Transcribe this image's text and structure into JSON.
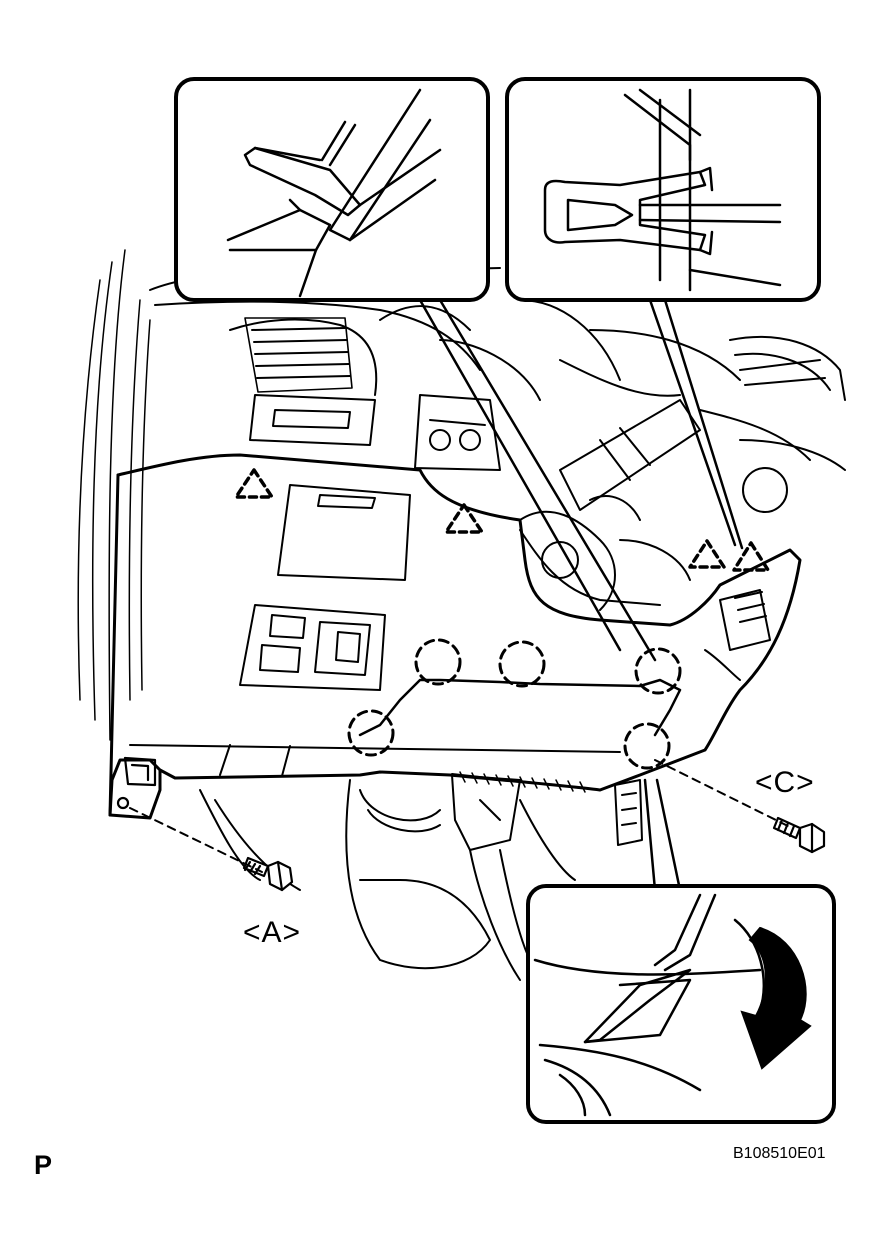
{
  "labels": {
    "a": "<A>",
    "c": "<C>"
  },
  "page_letter": "P",
  "figure_id": "B108510E01"
}
